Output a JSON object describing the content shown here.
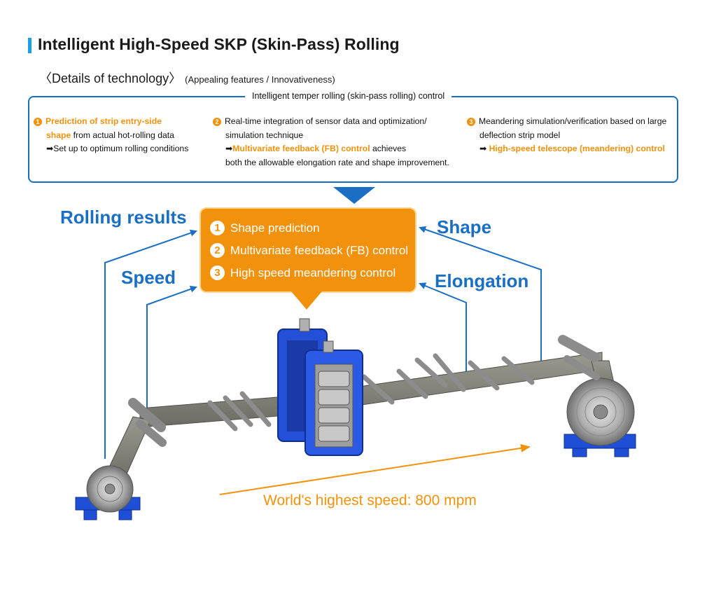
{
  "header": {
    "title": "Intelligent High-Speed SKP (Skin-Pass) Rolling",
    "subtitle_main": "〈Details of technology〉",
    "subtitle_note": "(Appealing features / Innovativeness)"
  },
  "tech_box": {
    "title": "Intelligent temper rolling (skin-pass rolling) control",
    "col1": {
      "num": "1",
      "l1_orange": "Prediction of strip entry-side",
      "l2_orange": "shape",
      "l2_rest": " from actual hot-rolling data",
      "l3": "➡Set up to optimum rolling conditions"
    },
    "col2": {
      "num": "2",
      "l1": "Real-time integration of sensor data and optimization/",
      "l2": "simulation technique",
      "l3_arrow": "➡",
      "l3_orange": "Multivariate feedback (FB) control",
      "l3_rest": "  achieves",
      "l4": "both the allowable elongation rate and shape improvement."
    },
    "col3": {
      "num": "3",
      "l1": "Meandering simulation/verification based on large",
      "l2": "deflection strip model",
      "l3_arrow": "➡ ",
      "l3_orange": "High-speed telescope (meandering) control"
    }
  },
  "callout": {
    "items": [
      {
        "num": "1",
        "label": "Shape prediction"
      },
      {
        "num": "2",
        "label": "Multivariate feedback (FB) control"
      },
      {
        "num": "3",
        "label": "High speed meandering control"
      }
    ]
  },
  "labels": {
    "rolling_results": "Rolling results",
    "speed": "Speed",
    "shape": "Shape",
    "elongation": "Elongation",
    "world_speed": "World's highest speed: 800 mpm"
  },
  "colors": {
    "accent_blue": "#1a6fc4",
    "accent_orange": "#f2920c",
    "title_bar": "#1aa0e6",
    "machine_blue": "#1f4fd6"
  }
}
